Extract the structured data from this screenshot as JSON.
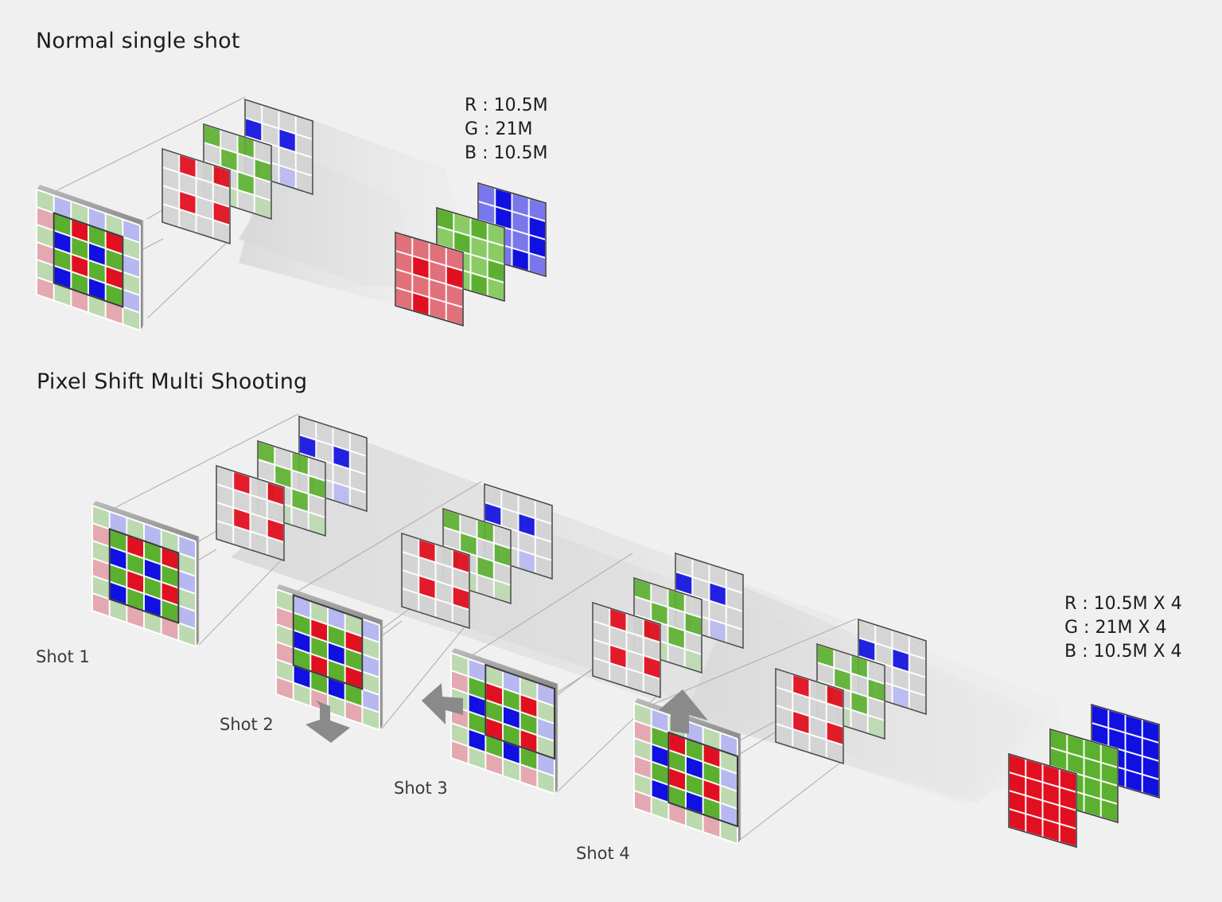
{
  "sections": {
    "single": {
      "title": "Normal single shot",
      "stats": {
        "r": "R : 10.5M",
        "g": "G : 21M",
        "b": "B : 10.5M"
      }
    },
    "pixel_shift": {
      "title": "Pixel Shift Multi Shooting",
      "stats": {
        "r": "R : 10.5M X 4",
        "g": "G : 21M X 4",
        "b": "B : 10.5M X 4"
      },
      "shots": [
        "Shot 1",
        "Shot 2",
        "Shot 3",
        "Shot 4"
      ]
    }
  },
  "colors": {
    "background": "#f0f0f0",
    "red": "#e01020",
    "green": "#5cb030",
    "blue": "#1010e0",
    "panel_gray": "#cfcfcf",
    "grid_line": "#ffffff"
  },
  "icons": [
    "arrow-down-icon",
    "arrow-left-icon",
    "arrow-up-icon"
  ]
}
